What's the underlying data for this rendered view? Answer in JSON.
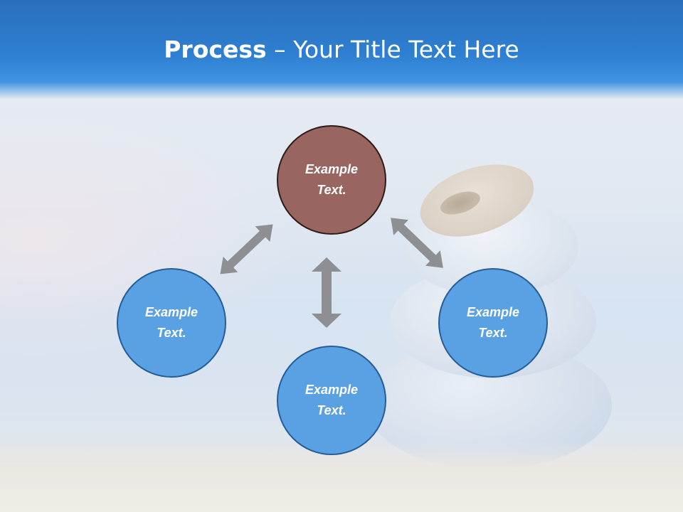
{
  "slide": {
    "title_bold": "Process",
    "title_dash": " – ",
    "title_rest": "Your Title Text Here"
  },
  "nodes": {
    "top": {
      "line1": "Example",
      "line2": "Text."
    },
    "left": {
      "line1": "Example",
      "line2": "Text."
    },
    "right": {
      "line1": "Example",
      "line2": "Text."
    },
    "bottom": {
      "line1": "Example",
      "line2": "Text."
    }
  },
  "colors": {
    "banner": "#2e7fd2",
    "center_node_fill": "#986560",
    "center_node_border": "#2e1c1a",
    "outer_node_fill": "#5aa1e3",
    "outer_node_border": "#255d98",
    "arrows": "#8d8f92"
  }
}
